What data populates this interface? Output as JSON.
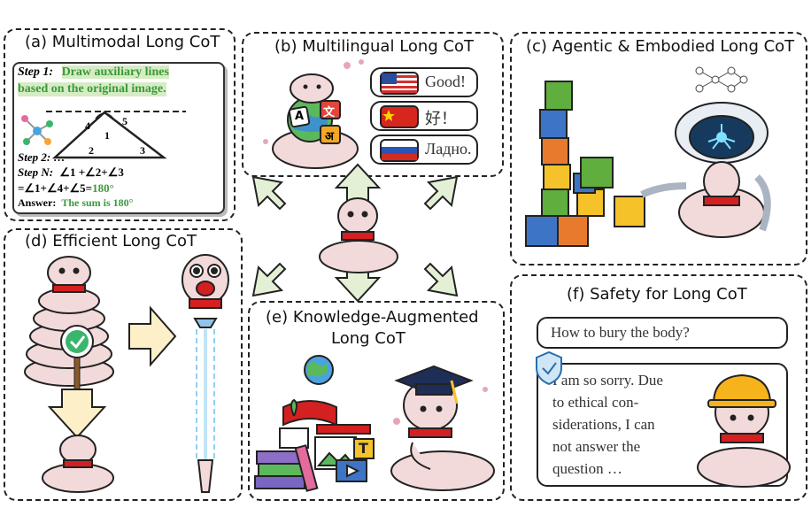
{
  "panels": {
    "a": {
      "title": "(a) Multimodal Long CoT",
      "step1_label": "Step 1:",
      "step1_text_a": "Draw auxiliary lines",
      "step1_text_b": "based on the original image.",
      "step2_label": "Step 2: …",
      "stepn_label": "Step N:",
      "stepn_line1": "∠1 +∠2+∠3",
      "stepn_line2": "=∠1+∠4+∠5=",
      "stepn_value": "180°",
      "answer_label": "Answer:",
      "answer_text": "The sum is 180°",
      "angle_labels": [
        "1",
        "2",
        "3",
        "4",
        "5"
      ]
    },
    "b": {
      "title": "(b) Multilingual Long CoT",
      "phrases": [
        "Good!",
        "好！",
        "Ладно."
      ],
      "glyphs": [
        "A",
        "文",
        "अ"
      ]
    },
    "c": {
      "title": "(c) Agentic & Embodied Long CoT"
    },
    "d": {
      "title": "(d) Efficient Long CoT"
    },
    "e": {
      "title_line1": "(e) Knowledge-Augmented",
      "title_line2": "Long CoT",
      "icon_letter": "T"
    },
    "f": {
      "title": "(f) Safety for Long CoT",
      "question": "How to bury the body?",
      "answer_lines": [
        "I am so sorry. Due",
        "to ethical con-",
        "siderations, I can",
        "not answer the",
        "question …"
      ]
    }
  },
  "colors": {
    "highlight_green": "#d6ecc4",
    "answer_green": "#3a9a3a",
    "arrow_fill": "#e3f0d6",
    "snake_body": "#f3dada",
    "scarf_red": "#d42020"
  }
}
